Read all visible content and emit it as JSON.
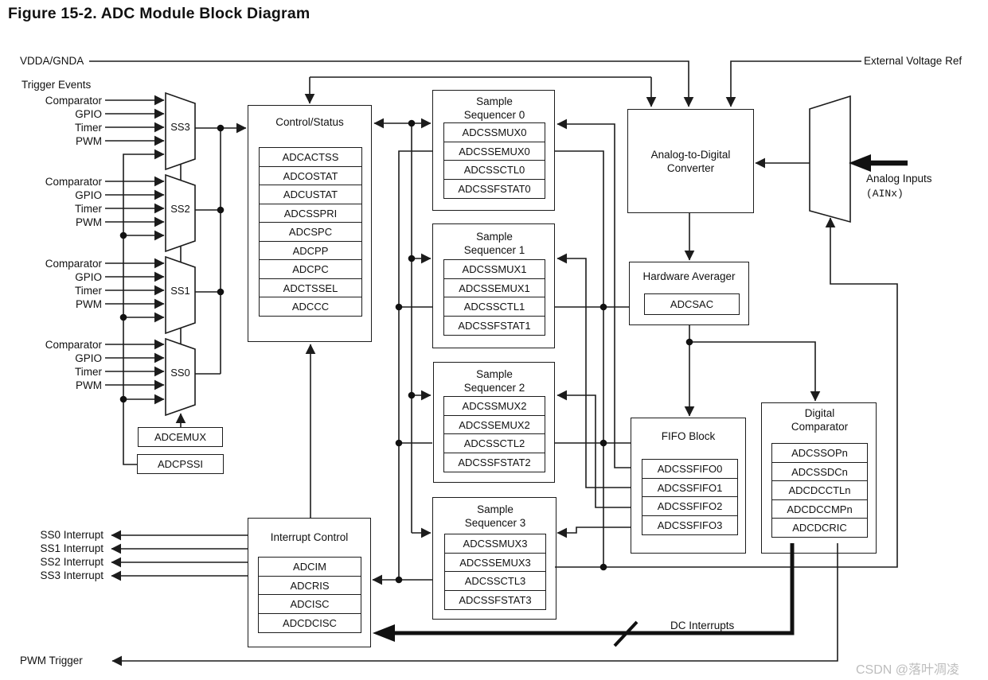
{
  "figure_title": "Figure 15-2. ADC Module Block Diagram",
  "watermark": "CSDN @落叶凋凌",
  "io_labels": {
    "vdda": "VDDA/GNDA",
    "trigger_events": "Trigger Events",
    "external_vref": "External Voltage Ref",
    "analog_inputs": "Analog Inputs",
    "analog_inputs_sub": "(AINx)",
    "dc_interrupts": "DC Interrupts",
    "pwm_trigger": "PWM Trigger",
    "ss_interrupts": [
      "SS0 Interrupt",
      "SS1 Interrupt",
      "SS2 Interrupt",
      "SS3 Interrupt"
    ]
  },
  "trigger_inputs": [
    "Comparator",
    "GPIO",
    "Timer",
    "PWM"
  ],
  "mux_labels": {
    "ss3": "SS3",
    "ss2": "SS2",
    "ss1": "SS1",
    "ss0": "SS0"
  },
  "config_boxes": {
    "adcemux": "ADCEMUX",
    "adcpssi": "ADCPSSI"
  },
  "blocks": {
    "control_status": {
      "title": "Control/Status",
      "registers": [
        "ADCACTSS",
        "ADCOSTAT",
        "ADCUSTAT",
        "ADCSSPRI",
        "ADCSPC",
        "ADCPP",
        "ADCPC",
        "ADCTSSEL",
        "ADCCC"
      ]
    },
    "ss0": {
      "title": "Sample Sequencer 0",
      "registers": [
        "ADCSSMUX0",
        "ADCSSEMUX0",
        "ADCSSCTL0",
        "ADCSSFSTAT0"
      ]
    },
    "ss1": {
      "title": "Sample Sequencer 1",
      "registers": [
        "ADCSSMUX1",
        "ADCSSEMUX1",
        "ADCSSCTL1",
        "ADCSSFSTAT1"
      ]
    },
    "ss2": {
      "title": "Sample Sequencer 2",
      "registers": [
        "ADCSSMUX2",
        "ADCSSEMUX2",
        "ADCSSCTL2",
        "ADCSSFSTAT2"
      ]
    },
    "ss3": {
      "title": "Sample Sequencer 3",
      "registers": [
        "ADCSSMUX3",
        "ADCSSEMUX3",
        "ADCSSCTL3",
        "ADCSSFSTAT3"
      ]
    },
    "adc": {
      "title": "Analog-to-Digital Converter"
    },
    "hardware_averager": {
      "title": "Hardware Averager",
      "registers": [
        "ADCSAC"
      ]
    },
    "fifo": {
      "title": "FIFO Block",
      "registers": [
        "ADCSSFIFO0",
        "ADCSSFIFO1",
        "ADCSSFIFO2",
        "ADCSSFIFO3"
      ]
    },
    "digital_comparator": {
      "title": "Digital Comparator",
      "registers": [
        "ADCSSOPn",
        "ADCSSDCn",
        "ADCDCCTLn",
        "ADCDCCMPn",
        "ADCDCRIC"
      ]
    },
    "interrupt_control": {
      "title": "Interrupt Control",
      "registers": [
        "ADCIM",
        "ADCRIS",
        "ADCISC",
        "ADCDCISC"
      ]
    }
  },
  "colors": {
    "line": "#1c1c1c",
    "watermark": "#bdbdbd"
  }
}
